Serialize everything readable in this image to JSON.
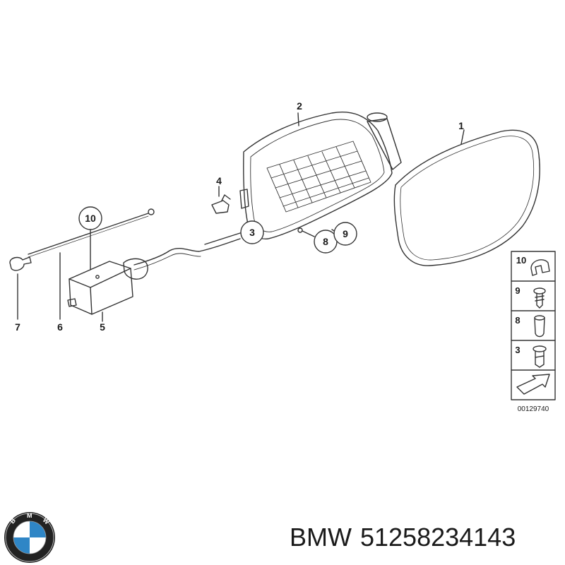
{
  "diagram": {
    "callouts": {
      "c1": "1",
      "c2": "2",
      "c3": "3",
      "c4": "4",
      "c5": "5",
      "c6": "6",
      "c7": "7",
      "c8": "8",
      "c9": "9",
      "c10": "10"
    },
    "legend": [
      {
        "label": "10",
        "part": "clip"
      },
      {
        "label": "9",
        "part": "screw"
      },
      {
        "label": "8",
        "part": "pin"
      },
      {
        "label": "3",
        "part": "expanding-rivet"
      }
    ],
    "diagram_number": "00129740"
  },
  "logo": {
    "letters": "BMW",
    "colors": {
      "blue": "#2f86c6",
      "white": "#ffffff",
      "ring": "#222222"
    }
  },
  "caption": {
    "brand": "BMW",
    "part_number": "51258234143"
  }
}
